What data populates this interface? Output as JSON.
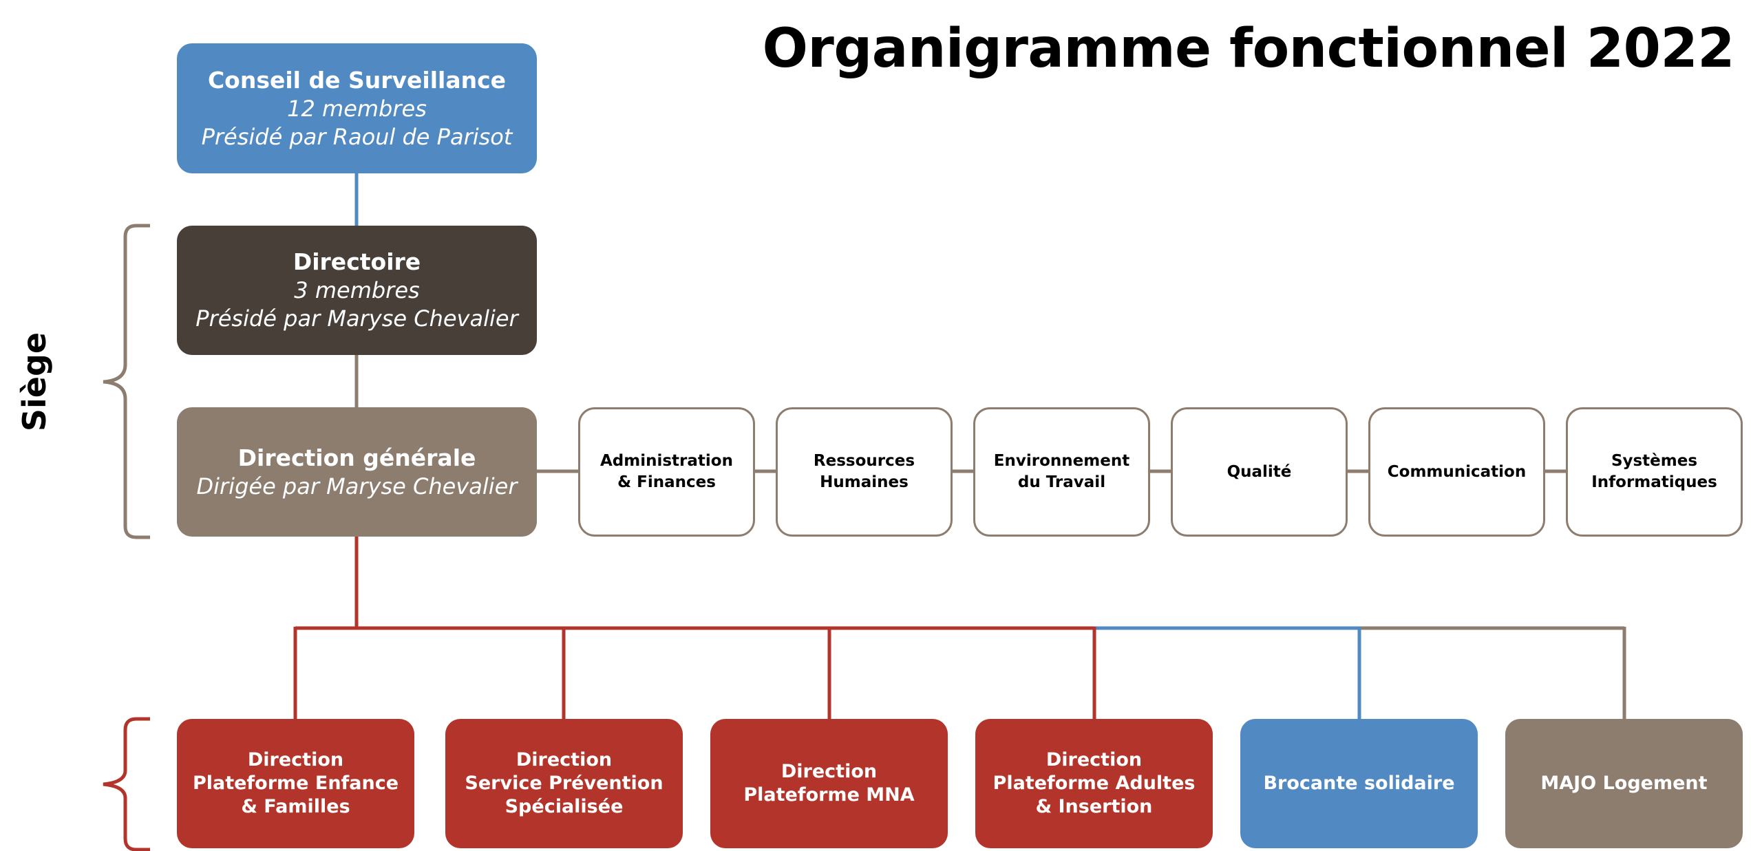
{
  "title": "Organigramme fonctionnel 2022",
  "side_label": "Siège",
  "conseil": {
    "name": "Conseil de Surveillance",
    "members": "12 membres",
    "chair": "Présidé par Raoul de Parisot"
  },
  "directoire": {
    "name": "Directoire",
    "members": "3 membres",
    "chair": "Présidé par Maryse Chevalier"
  },
  "direction_generale": {
    "name": "Direction générale",
    "chair": "Dirigée par Maryse Chevalier"
  },
  "departments": [
    {
      "line1": "Administration",
      "line2": "& Finances"
    },
    {
      "line1": "Ressources",
      "line2": "Humaines"
    },
    {
      "line1": "Environnement",
      "line2": "du Travail"
    },
    {
      "line1": "Qualité",
      "line2": ""
    },
    {
      "line1": "Communication",
      "line2": ""
    },
    {
      "line1": "Systèmes",
      "line2": "Informatiques"
    }
  ],
  "platforms": [
    {
      "line1": "Direction",
      "line2": "Plateforme Enfance",
      "line3": "& Familles"
    },
    {
      "line1": "Direction",
      "line2": "Service Prévention",
      "line3": "Spécialisée"
    },
    {
      "line1": "Direction",
      "line2": "Plateforme MNA",
      "line3": ""
    },
    {
      "line1": "Direction",
      "line2": "Plateforme Adultes",
      "line3": "& Insertion"
    },
    {
      "line1": "Brocante solidaire",
      "line2": "",
      "line3": ""
    },
    {
      "line1": "MAJO Logement",
      "line2": "",
      "line3": ""
    }
  ],
  "colors": {
    "conseil": "#5189c3",
    "directoire": "#473f38",
    "direction_generale": "#8c7d6e",
    "platform_red": "#b2342a",
    "brocante_blue": "#5189c3",
    "majo_taupe": "#8c7d6e"
  }
}
